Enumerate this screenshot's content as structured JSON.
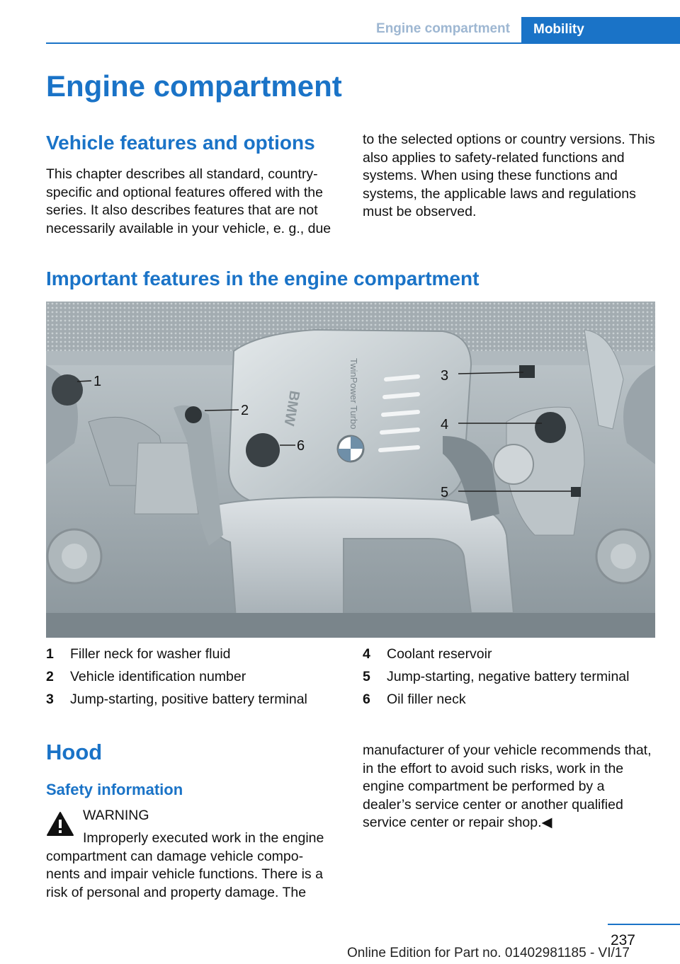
{
  "header": {
    "section": "Engine compartment",
    "tab": "Mobility"
  },
  "title": "Engine compartment",
  "vehicle": {
    "heading": "Vehicle features and options",
    "text_left": "This chapter describes all standard, country-specific and optional features offered with the series. It also describes features that are not necessarily available in your vehicle, e. g., due",
    "text_right": "to the selected options or country versions. This also applies to safety-related functions and systems. When using these functions and systems, the applicable laws and regulations must be observed."
  },
  "important": {
    "heading": "Important features in the engine compartment",
    "callouts": [
      "1",
      "2",
      "3",
      "4",
      "5",
      "6"
    ],
    "logo_text": "BMW",
    "cover_text": "TwinPower Turbo"
  },
  "legend": [
    {
      "num": "1",
      "label": "Filler neck for washer fluid"
    },
    {
      "num": "2",
      "label": "Vehicle identification number"
    },
    {
      "num": "3",
      "label": "Jump-starting, positive battery terminal"
    },
    {
      "num": "4",
      "label": "Coolant reservoir"
    },
    {
      "num": "5",
      "label": "Jump-starting, negative battery terminal"
    },
    {
      "num": "6",
      "label": "Oil filler neck"
    }
  ],
  "hood": {
    "heading": "Hood",
    "subheading": "Safety information",
    "warning_title": "WARNING",
    "warning_text": "Improperly executed work in the engine compartment can damage vehicle compo-nents and impair vehicle functions. There is a risk of personal and property damage. The",
    "continued_text": "manufacturer of your vehicle recommends that, in the effort to avoid such risks, work in the engine compartment be performed by a dealer’s service center or another qualified service center or repair shop.◀"
  },
  "footer": {
    "page": "237",
    "edition": "Online Edition for Part no. 01402981185 - VI/17"
  }
}
